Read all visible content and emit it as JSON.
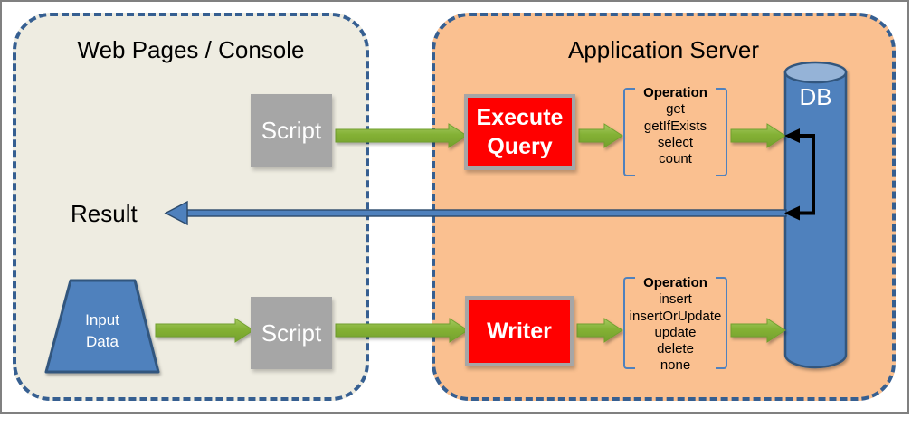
{
  "left_panel": {
    "title": "Web Pages / Console",
    "script_top_label": "Script",
    "script_bottom_label": "Script",
    "result_label": "Result",
    "input_data": {
      "line1": "Input",
      "line2": "Data"
    }
  },
  "right_panel": {
    "title": "Application Server",
    "execute_query": {
      "line1": "Execute",
      "line2": "Query"
    },
    "writer_label": "Writer",
    "db_label": "DB",
    "query_operations": {
      "header": "Operation",
      "items": [
        "get",
        "getIfExists",
        "select",
        "count"
      ]
    },
    "write_operations": {
      "header": "Operation",
      "items": [
        "insert",
        "insertOrUpdate",
        "update",
        "delete",
        "none"
      ]
    }
  },
  "colors": {
    "left_panel_bg": "#eeece1",
    "right_panel_bg": "#fac090",
    "dashed_border": "#365f91",
    "box_gray": "#a6a6a6",
    "box_red": "#ff0000",
    "shape_blue": "#4f81bd",
    "shape_blue_dark": "#31567e",
    "cylinder_top": "#95b3d7",
    "arrow_green": "#84b135",
    "bracket_blue": "#4f81bd",
    "frame_gray": "#808080",
    "connector_black": "#000000"
  }
}
